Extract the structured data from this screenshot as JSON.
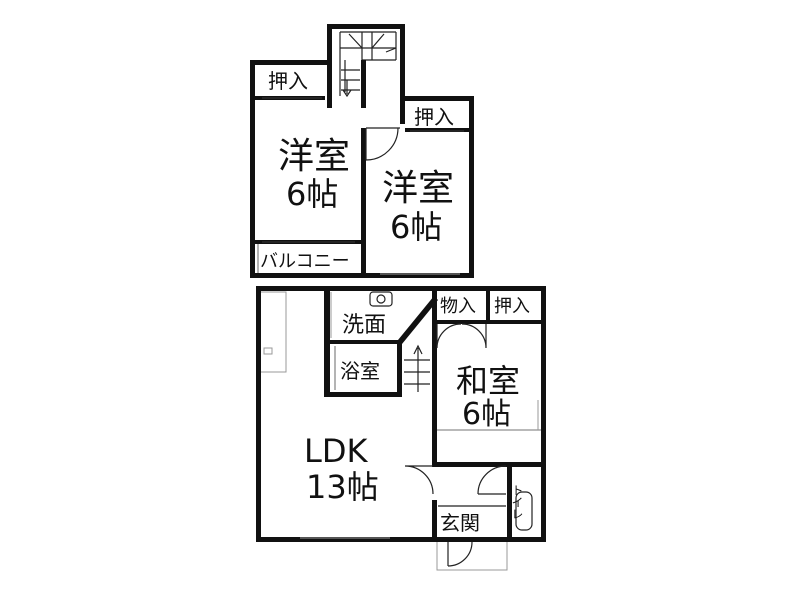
{
  "floor2": {
    "room_west": {
      "name": "洋室",
      "size": "6帖"
    },
    "room_east": {
      "name": "洋室",
      "size": "6帖"
    },
    "closet_west": "押入",
    "closet_east": "押入",
    "balcony": "バルコニー"
  },
  "floor1": {
    "ldk": {
      "name": "LDK",
      "size": "13帖"
    },
    "washroom": "洗面",
    "bathroom": "浴室",
    "storage": "物入",
    "closet": "押入",
    "japanese_room": {
      "name": "和室",
      "size": "6帖"
    },
    "entrance": "玄関",
    "toilet": "トイレ"
  }
}
